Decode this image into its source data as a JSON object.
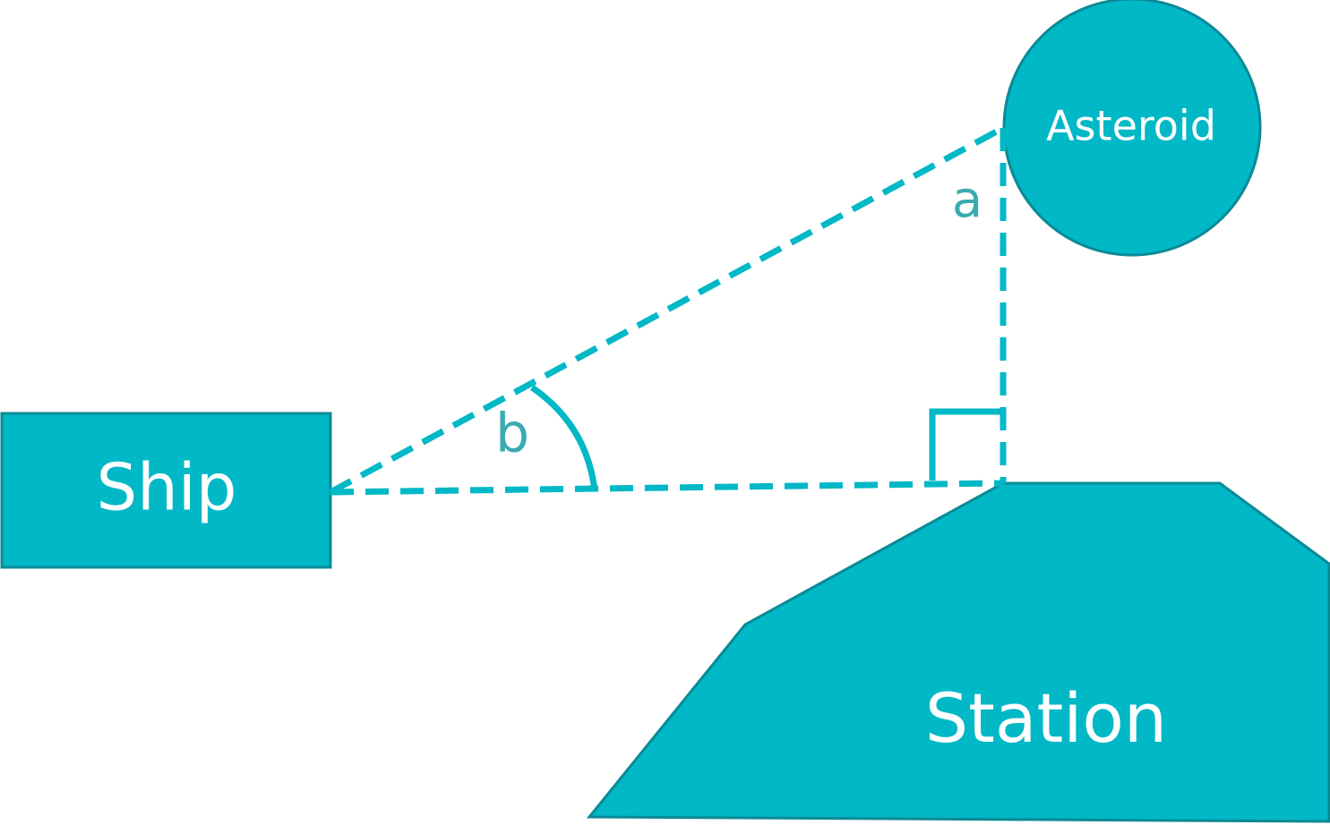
{
  "labels": {
    "ship": "Ship",
    "asteroid": "Asteroid",
    "station": "Station",
    "angle_a": "a",
    "angle_b": "b"
  },
  "colors": {
    "shape_fill": "#00b8c6",
    "shape_stroke": "#0a8a96",
    "text_on_shape": "#ffffff",
    "variable_text": "#3aaab0"
  }
}
